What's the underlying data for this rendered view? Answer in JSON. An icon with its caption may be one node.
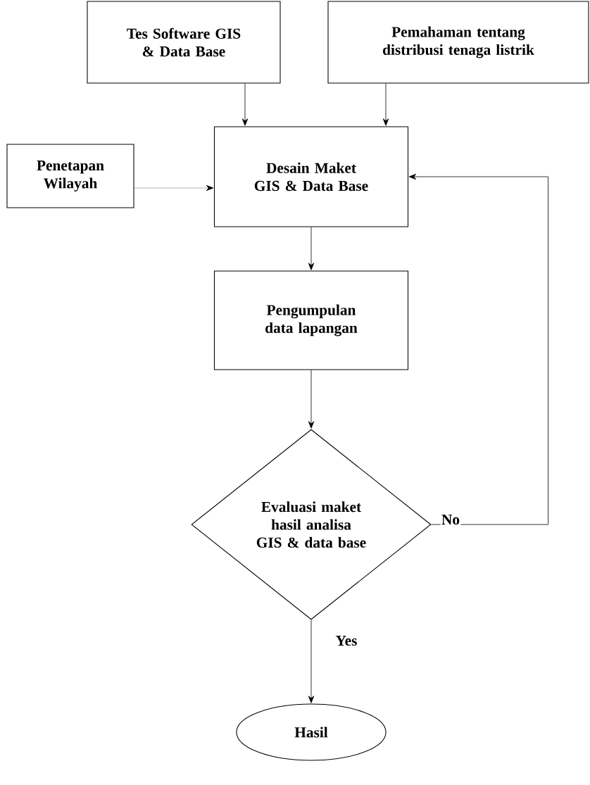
{
  "diagram": {
    "nodes": [
      {
        "text": [
          "Tes Software GIS & Data Base"
        ]
      },
      {
        "text": [
          "Pemahaman tentang distribusi tenaga listrik"
        ]
      },
      {
        "text": [
          "Penetapan Wilayah"
        ]
      },
      {
        "text": [
          "Desain Maket GIS & Data Base"
        ]
      },
      {
        "text": [
          "Pengumpulan data lapangan"
        ]
      },
      {
        "text": [
          "Evaluasi maket hasil analisa GIS & data base"
        ]
      },
      {
        "text": [
          "Hasil"
        ]
      }
    ],
    "edges": [
      {
        "from": 0,
        "to": 3,
        "arrow": "to"
      },
      {
        "from": 1,
        "to": 3,
        "arrow": "to"
      },
      {
        "from": 2,
        "to": 3,
        "arrow": "to",
        "style": "dashed"
      },
      {
        "from": 3,
        "to": 4,
        "arrow": "to"
      },
      {
        "from": 4,
        "to": 5,
        "arrow": "to"
      },
      {
        "from": 5,
        "to": 3,
        "arrow": "to",
        "label": "No"
      },
      {
        "from": 5,
        "to": 6,
        "arrow": "to",
        "label": "Yes"
      }
    ]
  }
}
